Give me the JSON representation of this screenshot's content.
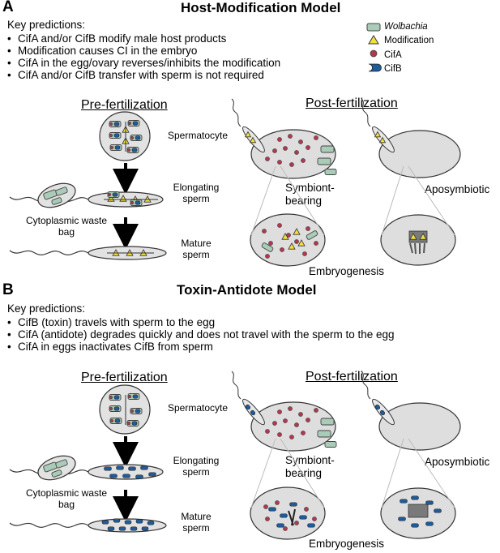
{
  "panel_a": {
    "letter": "A",
    "title": "Host-Modification Model",
    "key_heading": "Key predictions:",
    "predictions": [
      "CifA and/or CifB modify male host products",
      "Modification causes CI in the embryo",
      "CifA in the egg/ovary reverses/inhibits the modification",
      "CifA and/or CifB transfer with sperm is not required"
    ],
    "legend": [
      {
        "icon": "wolbachia-icon",
        "label": "Wolbachia"
      },
      {
        "icon": "modification-icon",
        "label": "Modification"
      },
      {
        "icon": "cifa-icon",
        "label": "CifA"
      },
      {
        "icon": "cifb-icon",
        "label": "CifB"
      }
    ],
    "pre_heading": "Pre-fertilization",
    "post_heading": "Post-fertilization",
    "spermatocyte": "Spermatocyte",
    "elongating": [
      "Elongating",
      "sperm"
    ],
    "mature": [
      "Mature",
      "sperm"
    ],
    "waste": [
      "Cytoplasmic waste",
      "bag"
    ],
    "symbiont": [
      "Symbiont-",
      "bearing"
    ],
    "aposymbiotic": "Aposymbiotic",
    "embryogenesis": "Embryogenesis"
  },
  "panel_b": {
    "letter": "B",
    "title": "Toxin-Antidote Model",
    "key_heading": "Key predictions:",
    "predictions": [
      "CifB (toxin) travels with sperm to the egg",
      "CifA (antidote) degrades quickly and does not travel with the sperm to the egg",
      "CifA in eggs inactivates CifB from sperm"
    ],
    "pre_heading": "Pre-fertilization",
    "post_heading": "Post-fertilization",
    "spermatocyte": "Spermatocyte",
    "elongating": [
      "Elongating",
      "sperm"
    ],
    "mature": [
      "Mature",
      "sperm"
    ],
    "waste": [
      "Cytoplasmic waste",
      "bag"
    ],
    "symbiont": [
      "Symbiont-",
      "bearing"
    ],
    "aposymbiotic": "Aposymbiotic",
    "embryogenesis": "Embryogenesis"
  },
  "colors": {
    "wolbachia": "#a9cbb7",
    "cifa": "#b2384e",
    "cifb": "#1f5b9a",
    "modification": "#f4e23c",
    "cell_fill": "#e2e2e2",
    "egg_fill": "#dedede"
  }
}
